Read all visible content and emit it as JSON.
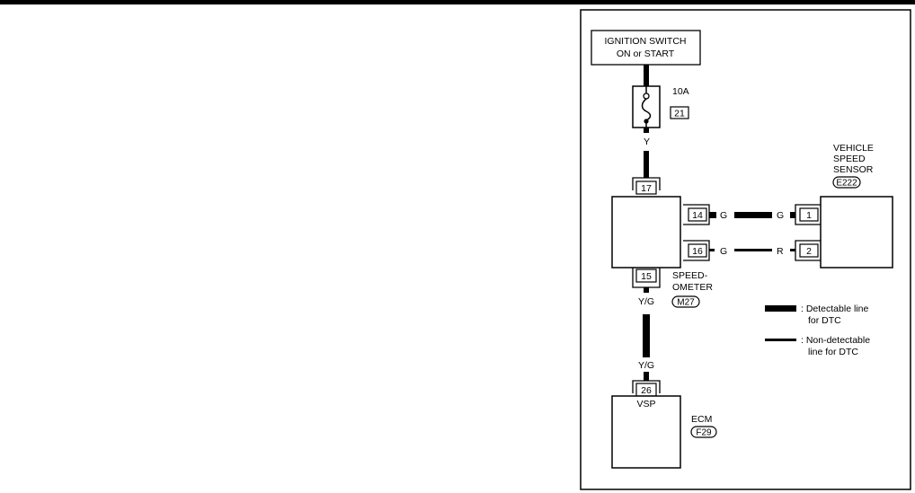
{
  "ignition": {
    "line1": "IGNITION SWITCH",
    "line2": "ON or START"
  },
  "fuse": {
    "rating": "10A",
    "number": "21"
  },
  "wires": {
    "ign_to_meter": "Y",
    "meter_pin14_left": "G",
    "meter_pin14_right": "G",
    "meter_pin16_left": "G",
    "meter_pin16_right": "R",
    "meter_to_ecm_top": "Y/G",
    "meter_to_ecm_bottom": "Y/G"
  },
  "speedometer": {
    "pin_top": "17",
    "pin_14": "14",
    "pin_16": "16",
    "pin_bottom": "15",
    "label_line1": "SPEED-",
    "label_line2": "OMETER",
    "connector": "M27"
  },
  "vehicle_speed_sensor": {
    "line1": "VEHICLE",
    "line2": "SPEED",
    "line3": "SENSOR",
    "connector": "E222",
    "pin_1": "1",
    "pin_2": "2"
  },
  "ecm": {
    "pin": "26",
    "terminal": "VSP",
    "label": "ECM",
    "connector": "F29"
  },
  "legend": {
    "detectable_line1": ": Detectable line",
    "detectable_line2": "for DTC",
    "nondetectable_line1": ": Non-detectable",
    "nondetectable_line2": "line for DTC"
  }
}
